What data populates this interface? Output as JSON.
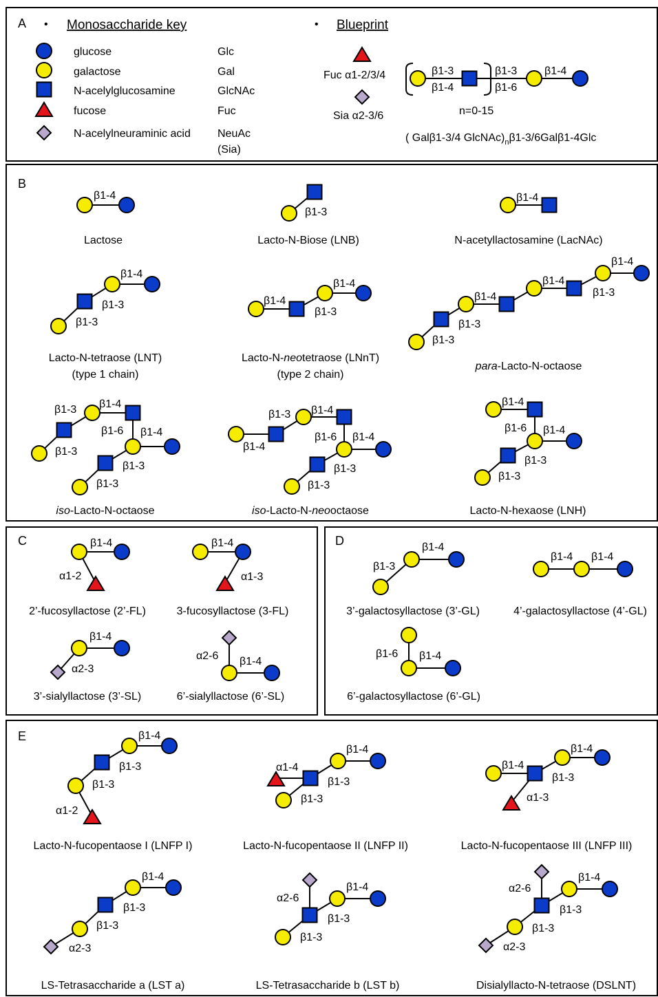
{
  "colors": {
    "glucose": "#0b3cc9",
    "galactose": "#f5ec00",
    "glcnac": "#0b3cc9",
    "fucose": "#e4151b",
    "sialic": "#b7a8cc"
  },
  "panels": {
    "a": "A",
    "b": "B",
    "c": "C",
    "d": "D",
    "e": "E"
  },
  "key": {
    "bullet": "•",
    "title": "Monosaccharide key",
    "items": [
      {
        "name": "glucose",
        "abbr": "Glc"
      },
      {
        "name": "galactose",
        "abbr": "Gal"
      },
      {
        "name": "N-acelylglucosamine",
        "abbr": "GlcNAc"
      },
      {
        "name": "fucose",
        "abbr": "Fuc"
      },
      {
        "name": "N-acelylneuraminic acid",
        "abbr": "NeuAc",
        "abbr2": "(Sia)"
      }
    ]
  },
  "blueprint": {
    "bullet": "•",
    "title": "Blueprint",
    "fuc_label": "Fuc α1-2/3/4",
    "sia_label": "Sia α2-3/6",
    "l1a": "β1-3",
    "l1b": "β1-4",
    "l2a": "β1-3",
    "l2b": "β1-6",
    "l3": "β1-4",
    "n_range": "n=0-15",
    "formula_a": "( Galβ1-3/4 GlcNAc)",
    "formula_sub": "n",
    "formula_b": "β1-3/6Galβ1-4Glc"
  },
  "structures": [
    {
      "id": "lactose",
      "caption": "Lactose",
      "labels": [
        "β1-4"
      ]
    },
    {
      "id": "lnb",
      "caption": "Lacto-N-Biose (LNB)",
      "labels": [
        "β1-3"
      ]
    },
    {
      "id": "lacnac",
      "caption": "N-acetyllactosamine (LacNAc)",
      "labels": [
        "β1-4"
      ]
    },
    {
      "id": "lnt",
      "caption": "Lacto-N-tetraose (LNT)",
      "caption2": "(type 1 chain)",
      "labels": [
        "β1-4",
        "β1-3",
        "β1-3"
      ]
    },
    {
      "id": "lnnt",
      "caption_a": "Lacto-N-",
      "caption_i": "neo",
      "caption_b": "tetraose (LNnT)",
      "caption2": "(type 2 chain)",
      "labels": [
        "β1-4",
        "β1-4",
        "β1-3"
      ]
    },
    {
      "id": "plno",
      "caption_i": "para",
      "caption_b": "-Lacto-N-octaose",
      "labels": [
        "β1-4",
        "β1-3",
        "β1-4",
        "β1-4",
        "β1-3",
        "β1-3"
      ]
    },
    {
      "id": "ilno",
      "caption_i": "iso",
      "caption_b": "-Lacto-N-octaose",
      "labels": [
        "β1-3",
        "β1-4",
        "β1-6",
        "β1-4",
        "β1-3",
        "β1-3",
        "β1-3"
      ]
    },
    {
      "id": "ilnno",
      "caption_i": "iso",
      "caption_b": "-Lacto-N-",
      "caption_i2": "neo",
      "caption_c": "octaose",
      "labels": [
        "β1-3",
        "β1-4",
        "β1-6",
        "β1-4",
        "β1-4",
        "β1-3",
        "β1-3"
      ]
    },
    {
      "id": "lnh",
      "caption": "Lacto-N-hexaose (LNH)",
      "labels": [
        "β1-4",
        "β1-6",
        "β1-4",
        "β1-3",
        "β1-3"
      ]
    },
    {
      "id": "fl2",
      "caption": "2’-fucosyllactose (2’-FL)",
      "labels": [
        "β1-4",
        "α1-2"
      ]
    },
    {
      "id": "fl3",
      "caption": "3-fucosyllactose (3-FL)",
      "labels": [
        "β1-4",
        "α1-3"
      ]
    },
    {
      "id": "sl3",
      "caption": "3’-sialyllactose (3’-SL)",
      "labels": [
        "β1-4",
        "α2-3"
      ]
    },
    {
      "id": "sl6",
      "caption": "6’-sialyllactose (6’-SL)",
      "labels": [
        "α2-6",
        "β1-4"
      ]
    },
    {
      "id": "gl3",
      "caption": "3’-galactosyllactose (3’-GL)",
      "labels": [
        "β1-3",
        "β1-4"
      ]
    },
    {
      "id": "gl4",
      "caption": "4’-galactosyllactose (4’-GL)",
      "labels": [
        "β1-4",
        "β1-4"
      ]
    },
    {
      "id": "gl6",
      "caption": "6’-galactosyllactose (6’-GL)",
      "labels": [
        "β1-6",
        "β1-4"
      ]
    },
    {
      "id": "lnfp1",
      "caption": "Lacto-N-fucopentaose I (LNFP I)",
      "labels": [
        "β1-4",
        "β1-3",
        "β1-3",
        "α1-2"
      ]
    },
    {
      "id": "lnfp2",
      "caption": "Lacto-N-fucopentaose II (LNFP II)",
      "labels": [
        "β1-4",
        "α1-4",
        "β1-3",
        "β1-3"
      ]
    },
    {
      "id": "lnfp3",
      "caption": "Lacto-N-fucopentaose III (LNFP III)",
      "labels": [
        "β1-4",
        "β1-4",
        "β1-3",
        "α1-3"
      ]
    },
    {
      "id": "lsta",
      "caption": "LS-Tetrasaccharide a (LST a)",
      "labels": [
        "β1-4",
        "β1-3",
        "β1-3",
        "α2-3"
      ]
    },
    {
      "id": "lstb",
      "caption": "LS-Tetrasaccharide b (LST b)",
      "labels": [
        "β1-4",
        "α2-6",
        "β1-3",
        "β1-3"
      ]
    },
    {
      "id": "dslnt",
      "caption": "Disialyllacto-N-tetraose (DSLNT)",
      "labels": [
        "β1-4",
        "α2-6",
        "β1-3",
        "β1-3",
        "α2-3"
      ]
    }
  ]
}
